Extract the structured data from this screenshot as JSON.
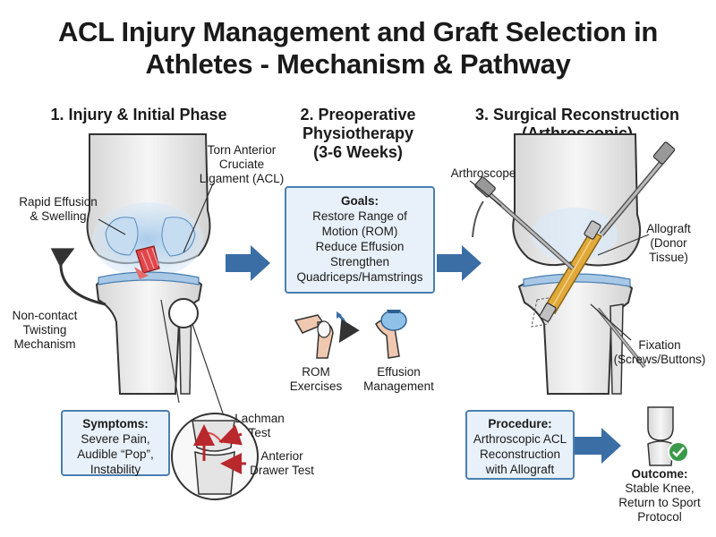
{
  "title": {
    "line1": "ACL Injury Management and Graft Selection in",
    "line2": "Athletes - Mechanism & Pathway"
  },
  "phases": [
    {
      "lines": [
        "1. Injury & Initial Phase"
      ]
    },
    {
      "lines": [
        "2. Preoperative",
        "Physiotherapy",
        "(3-6 Weeks)"
      ]
    },
    {
      "lines": [
        "3. Surgical Reconstruction",
        "(Arthroscopic)"
      ]
    }
  ],
  "labels": {
    "torn_acl": [
      "Torn Anterior",
      "Cruciate",
      "Ligament (ACL)"
    ],
    "effusion": [
      "Rapid Effusion",
      "& Swelling"
    ],
    "mechanism": [
      "Non-contact",
      "Twisting",
      "Mechanism"
    ],
    "lachman": [
      "Lachman",
      "Test"
    ],
    "drawer": [
      "Anterior",
      "Drawer Test"
    ],
    "rom": [
      "ROM",
      "Exercises"
    ],
    "effusion_mgmt": [
      "Effusion",
      "Management"
    ],
    "arthroscope": [
      "Arthroscope"
    ],
    "allograft": [
      "Allograft",
      "(Donor",
      "Tissue)"
    ],
    "fixation": [
      "Fixation",
      "(Screws/Buttons)"
    ]
  },
  "symptoms_box": {
    "heading": "Symptoms:",
    "lines": [
      "Severe Pain,",
      "Audible “Pop”,",
      "Instability"
    ]
  },
  "goals_box": {
    "heading": "Goals:",
    "lines": [
      "Restore Range of",
      "Motion (ROM)",
      "Reduce Effusion",
      "Strengthen",
      "Quadriceps/Hamstrings"
    ]
  },
  "procedure_box": {
    "heading": "Procedure:",
    "lines": [
      "Arthroscopic ACL",
      "Reconstruction",
      "with Allograft"
    ]
  },
  "outcome": {
    "heading": "Outcome:",
    "lines": [
      "Stable Knee,",
      "Return to Sport",
      "Protocol"
    ]
  },
  "colors": {
    "arrow_blue": "#3a6ea5",
    "box_border": "#4a7fb0",
    "box_fill": "#e8f1fa",
    "bone": "#ececec",
    "effusion_blue": "#bcd8f0",
    "torn_red": "#e0464a",
    "graft_gold": "#e0a93a",
    "check_green": "#3a9a4a"
  }
}
